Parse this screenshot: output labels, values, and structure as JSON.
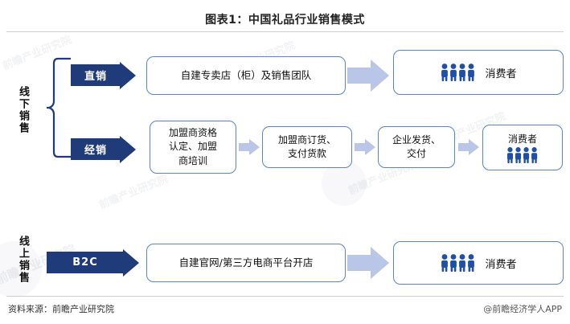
{
  "title": "图表1：中国礼品行业销售模式",
  "footer": {
    "source": "资料来源：前瞻产业研究院",
    "app": "@前瞻经济学人APP"
  },
  "watermarks": {
    "brand": "前瞻产业研究院",
    "brand_short": "前瞻"
  },
  "channels": [
    {
      "id": "offline",
      "label": "线下销售"
    },
    {
      "id": "online",
      "label": "线上销售"
    }
  ],
  "flows": [
    {
      "id": "direct",
      "tag": "直销",
      "steps": [
        {
          "type": "box",
          "text": "自建专卖店（柜）及销售团队"
        },
        {
          "type": "arrow",
          "size": "big",
          "name": "flow-arrow-big"
        },
        {
          "type": "consumer",
          "text": "消费者",
          "icon": "people-icon",
          "layout": "inline"
        }
      ]
    },
    {
      "id": "distribution",
      "tag": "经销",
      "steps": [
        {
          "type": "box",
          "text": "加盟商资格认定、加盟商培训"
        },
        {
          "type": "arrow",
          "size": "small",
          "name": "flow-arrow-small"
        },
        {
          "type": "box",
          "text": "加盟商订货、支付货款"
        },
        {
          "type": "arrow",
          "size": "small",
          "name": "flow-arrow-small"
        },
        {
          "type": "box",
          "text": "企业发货、交付"
        },
        {
          "type": "arrow",
          "size": "small",
          "name": "flow-arrow-small"
        },
        {
          "type": "consumer",
          "text": "消费者",
          "icon": "people-icon",
          "layout": "stacked"
        }
      ]
    },
    {
      "id": "b2c",
      "tag": "B2C",
      "steps": [
        {
          "type": "box",
          "text": "自建官网/第三方电商平台开店"
        },
        {
          "type": "arrow",
          "size": "big",
          "name": "flow-arrow-big"
        },
        {
          "type": "consumer",
          "text": "消费者",
          "icon": "people-icon",
          "layout": "inline"
        }
      ]
    }
  ],
  "box_lines": {
    "franchise_qualification": [
      "加盟商资格",
      "认定、加盟",
      "商培训"
    ],
    "franchise_order": [
      "加盟商订货、",
      "支付货款"
    ],
    "enterprise_ship": [
      "企业发货、",
      "交付"
    ]
  },
  "colors": {
    "navy": "#1f3b7a",
    "light_blue_arrow": "#b9c6e8",
    "box_border": "#5b84c4",
    "people_icon": "#1f4fa8",
    "background": "#ffffff"
  }
}
